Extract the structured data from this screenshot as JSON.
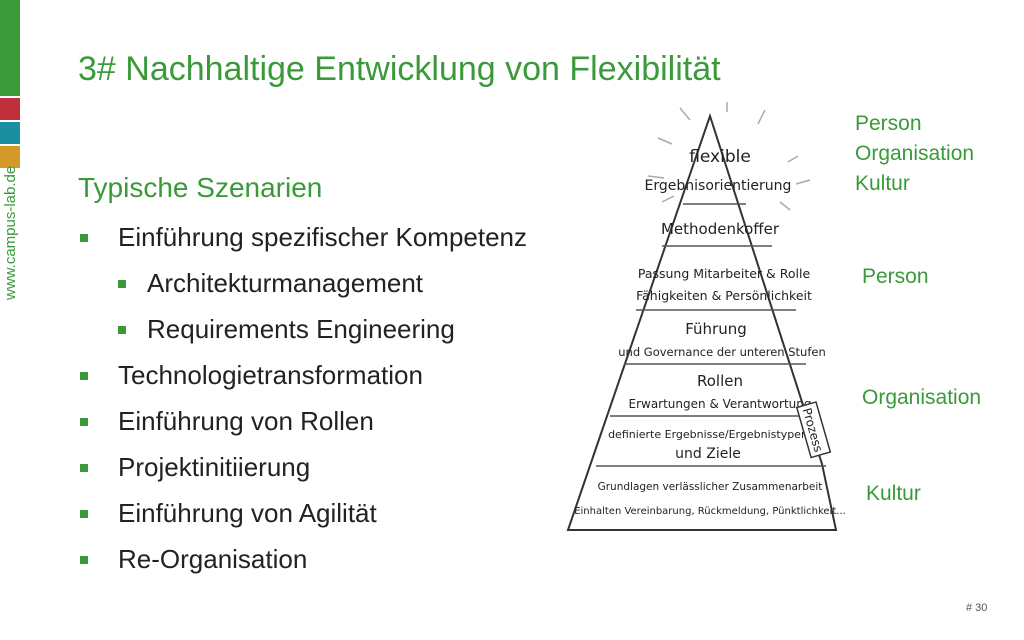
{
  "colors": {
    "accent_green": "#3a9a3a",
    "bar_red": "#c0303a",
    "bar_teal": "#1a8fa0",
    "bar_orange": "#d39a2a"
  },
  "sidebar": {
    "site": "www.campus-lab.de"
  },
  "slide": {
    "title": "3# Nachhaltige Entwicklung von Flexibilität",
    "subtitle": "Typische Szenarien",
    "bullets": [
      "Einführung spezifischer Kompetenz",
      "Architekturmanagement",
      "Requirements Engineering",
      "Technologietransformation",
      "Einführung von Rollen",
      "Projektinitiierung",
      "Einführung von Agilität",
      "Re-Organisation"
    ],
    "right_labels": {
      "top": [
        "Person",
        "Organisation",
        "Kultur"
      ],
      "person": "Person",
      "organisation": "Organisation",
      "kultur": "Kultur"
    },
    "page_number": "# 30"
  },
  "pyramid": {
    "levels": [
      [
        "flexible",
        "Ergebnisorientierung"
      ],
      [
        "Methodenkoffer"
      ],
      [
        "Passung Mitarbeiter & Rolle",
        "Fähigkeiten & Persönlichkeit"
      ],
      [
        "Führung",
        "und Governance der unteren Stufen"
      ],
      [
        "Rollen",
        "Erwartungen & Verantwortung"
      ],
      [
        "definierte Ergebnisse/Ergebnistypen",
        "und Ziele"
      ],
      [
        "Grundlagen verlässlicher Zusammenarbeit",
        "Einhalten Vereinbarung, Rückmeldung, Pünktlichkeit..."
      ]
    ],
    "process_label": "Prozess"
  }
}
